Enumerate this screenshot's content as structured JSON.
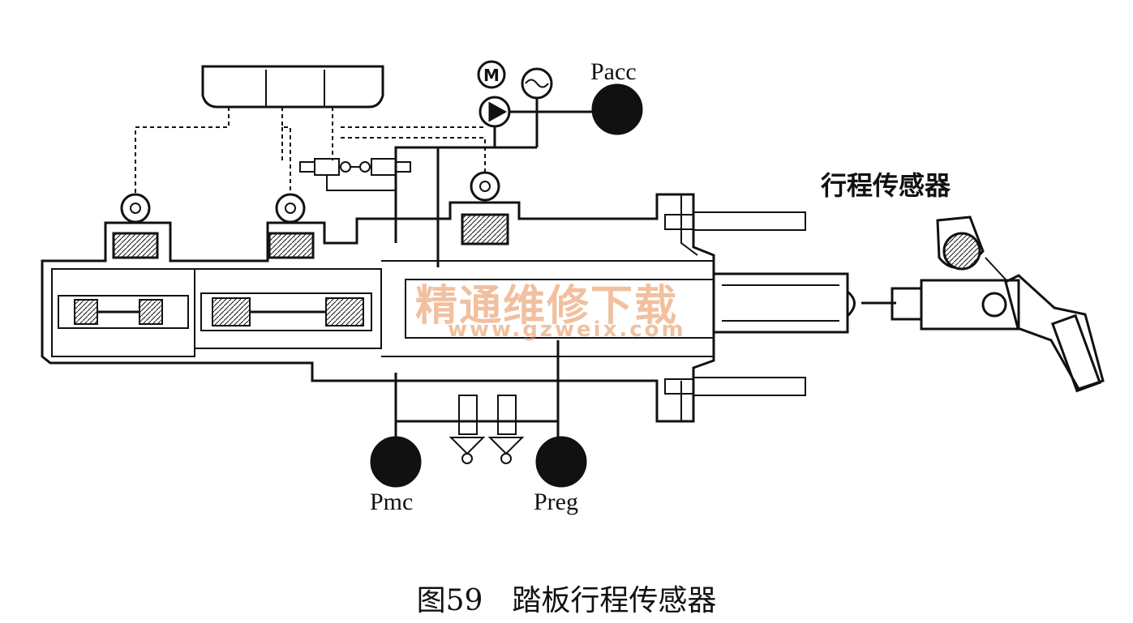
{
  "labels": {
    "pacc": "Pacc",
    "pmc": "Pmc",
    "preg": "Preg",
    "sensor": "行程传感器"
  },
  "motor_symbol": "M",
  "caption": "图59　踏板行程传感器",
  "watermark": {
    "text": "精通维修下载",
    "url": "www.gzweix.com"
  },
  "colors": {
    "line": "#111111",
    "accumulator": "#111111",
    "watermark": "#e68c50"
  }
}
